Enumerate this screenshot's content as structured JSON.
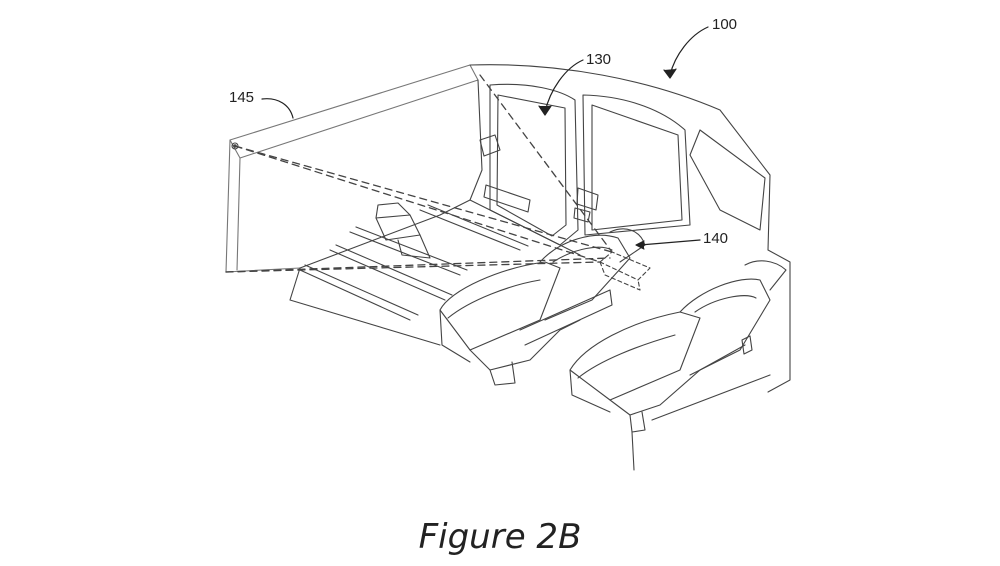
{
  "figure": {
    "caption": "Figure 2B",
    "reference_numerals": {
      "vehicle": "100",
      "side_surface": "130",
      "projector": "145",
      "display_device": "140"
    }
  }
}
